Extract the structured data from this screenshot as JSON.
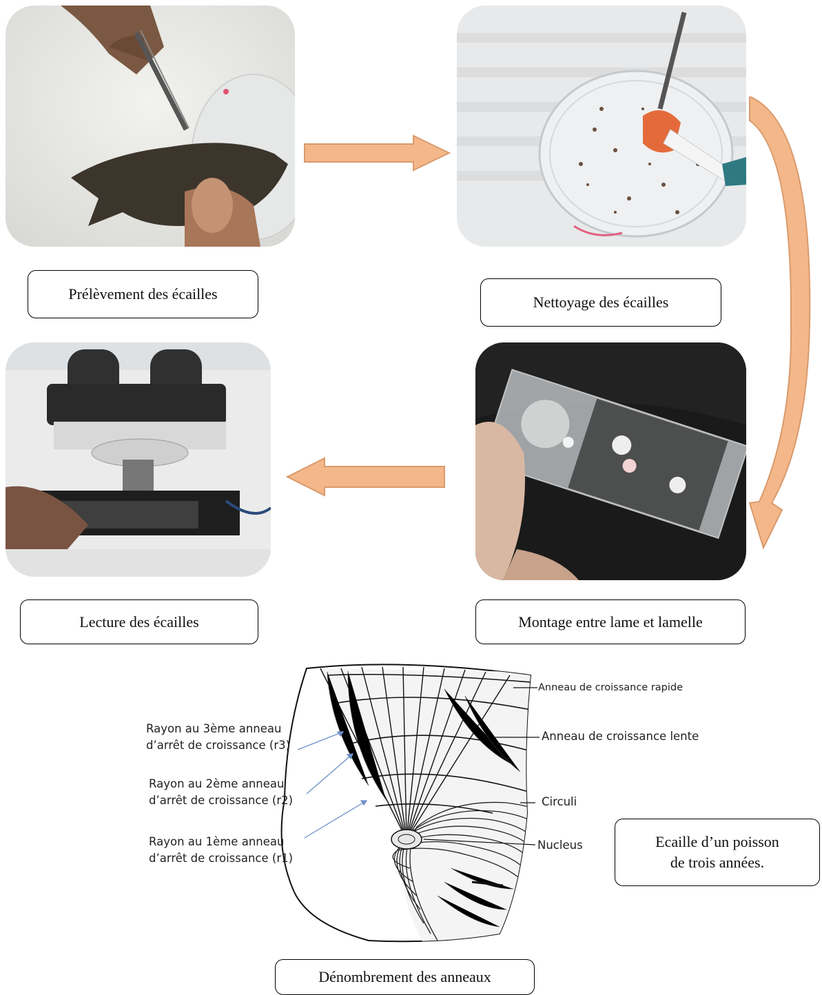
{
  "steps": {
    "step1": {
      "label": "Prélèvement des écailles"
    },
    "step2": {
      "label": "Nettoyage des écailles"
    },
    "step3": {
      "label": "Montage entre lame et lamelle"
    },
    "step4": {
      "label": "Lecture des écailles"
    }
  },
  "scale_diagram": {
    "left_labels": {
      "r3_line1": "Rayon au 3ème anneau",
      "r3_line2": "d’arrêt de croissance (r3)",
      "r2_line1": "Rayon au 2ème anneau",
      "r2_line2": "d’arrêt de croissance (r2)",
      "r1_line1": "Rayon au 1ème anneau",
      "r1_line2": "d’arrêt de croissance (r1)"
    },
    "right_labels": {
      "rapid": "Anneau de croissance rapide",
      "slow": "Anneau de croissance lente",
      "circuli": "Circuli",
      "nucleus": "Nucleus"
    },
    "caption_box": {
      "line1": "Ecaille d’un poisson",
      "line2": "de trois années."
    },
    "title_box": "Dénombrement des anneaux"
  },
  "colors": {
    "arrow_fill": "#f3b78a",
    "arrow_stroke": "#d99a6c",
    "box_border": "#000000"
  }
}
